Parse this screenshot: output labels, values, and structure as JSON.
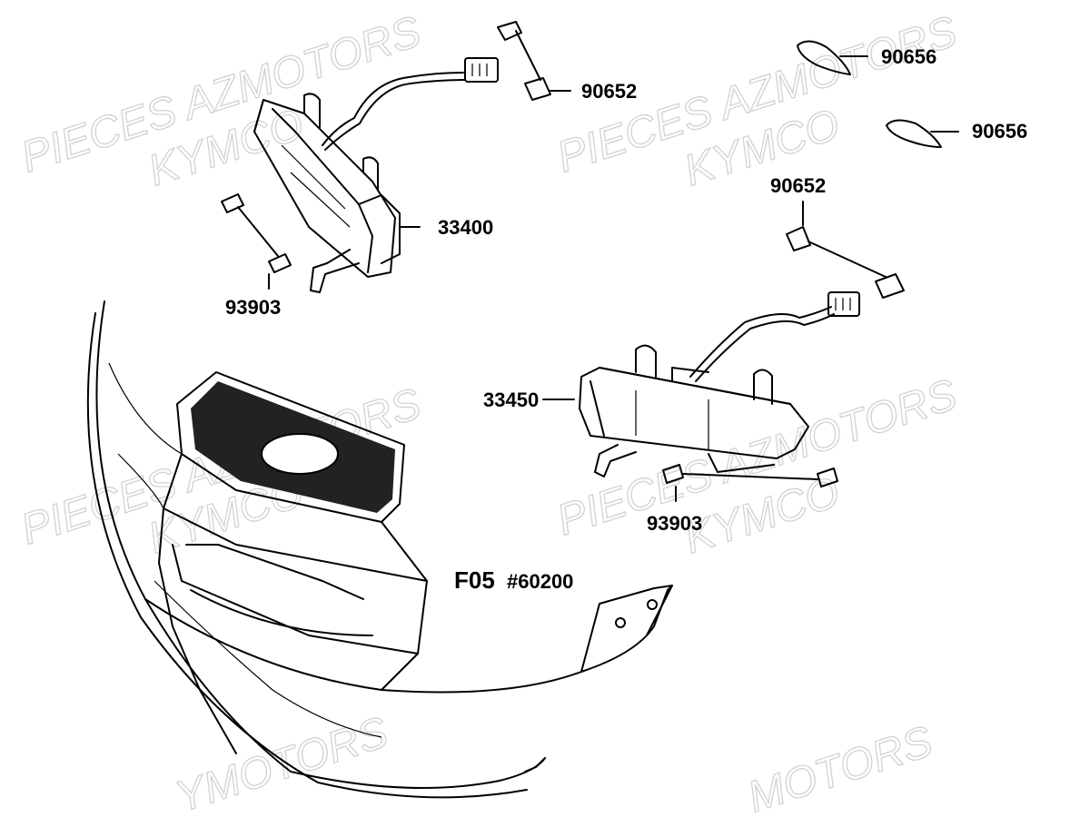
{
  "watermarks": {
    "azm": "PIECES AZMOTORS",
    "kym": "KYMCO",
    "mot": "MOTORS",
    "ymot": "YMOTORS"
  },
  "callouts": {
    "clip_1": "90652",
    "clip_2": "90652",
    "band_1": "90656",
    "band_2": "90656",
    "lamp_left": "33400",
    "lamp_right": "33450",
    "screw_1": "93903",
    "screw_2": "93903",
    "panel_ref": "F05",
    "panel_num": "#60200"
  }
}
